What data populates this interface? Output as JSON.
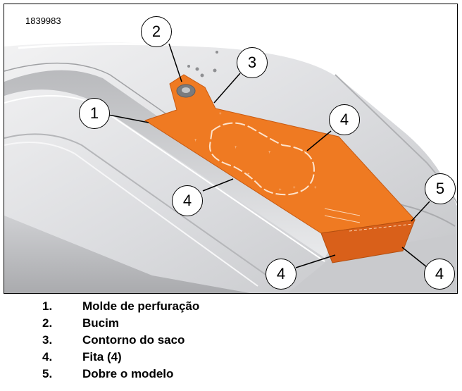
{
  "figure": {
    "id": "1839983",
    "callouts": [
      "2",
      "3",
      "1",
      "4",
      "4",
      "5",
      "4",
      "4"
    ],
    "colors": {
      "template": "#ef7a22",
      "fold": "#d9601a",
      "tank": "#d8d9db",
      "outline": "#000000"
    }
  },
  "legend": [
    {
      "num": "1.",
      "text": "Molde de perfuração"
    },
    {
      "num": "2.",
      "text": "Bucim"
    },
    {
      "num": "3.",
      "text": "Contorno do saco"
    },
    {
      "num": "4.",
      "text": "Fita (4)"
    },
    {
      "num": "5.",
      "text": "Dobre o modelo"
    }
  ]
}
